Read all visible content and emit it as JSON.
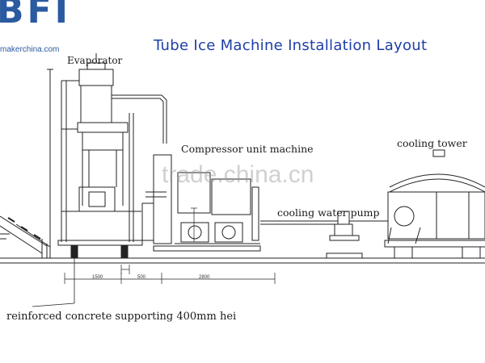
{
  "logo": {
    "text": "BFI",
    "subtext": "makerchina.com"
  },
  "title": "Tube Ice Machine Installation Layout",
  "labels": {
    "evaporator": "Evaporator",
    "compressor": "Compressor unit machine",
    "cooling_tower": "cooling tower",
    "cooling_water_pump": "cooling water pump",
    "concrete": "reinforced concrete supporting 400mm hei"
  },
  "watermark": "trade.china.cn",
  "dimensions": {
    "d1": "1500",
    "d2": "500",
    "d3": "2800"
  },
  "colors": {
    "title": "#1e3ea8",
    "logo": "#2a5aa0",
    "line": "#222222"
  }
}
